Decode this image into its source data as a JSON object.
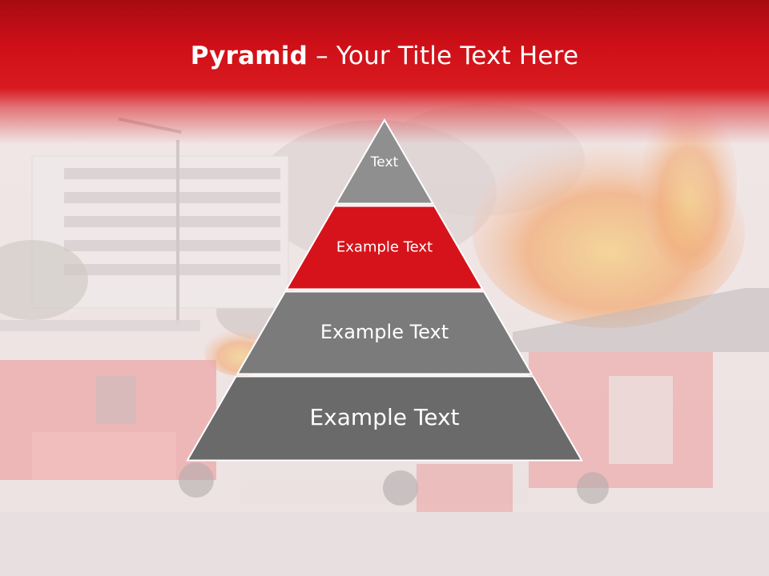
{
  "slide": {
    "title_bold": "Pyramid",
    "title_rest": " – Your Title Text Here"
  },
  "colors": {
    "header_red": "#d01018",
    "accent_red": "#d7141c",
    "tier_gray_light": "#8c8c8c",
    "tier_gray_mid": "#7a7a7a",
    "tier_gray_dark": "#6b6b6b"
  },
  "pyramid": {
    "tiers": [
      {
        "label": "Text",
        "color": "#8f8f8f"
      },
      {
        "label": "Example Text",
        "color": "#d6131b"
      },
      {
        "label": "Example Text",
        "color": "#7b7b7b"
      },
      {
        "label": "Example Text",
        "color": "#6a6a6a"
      }
    ]
  },
  "background": {
    "scene": "fire-truck-building-fire-photo"
  }
}
